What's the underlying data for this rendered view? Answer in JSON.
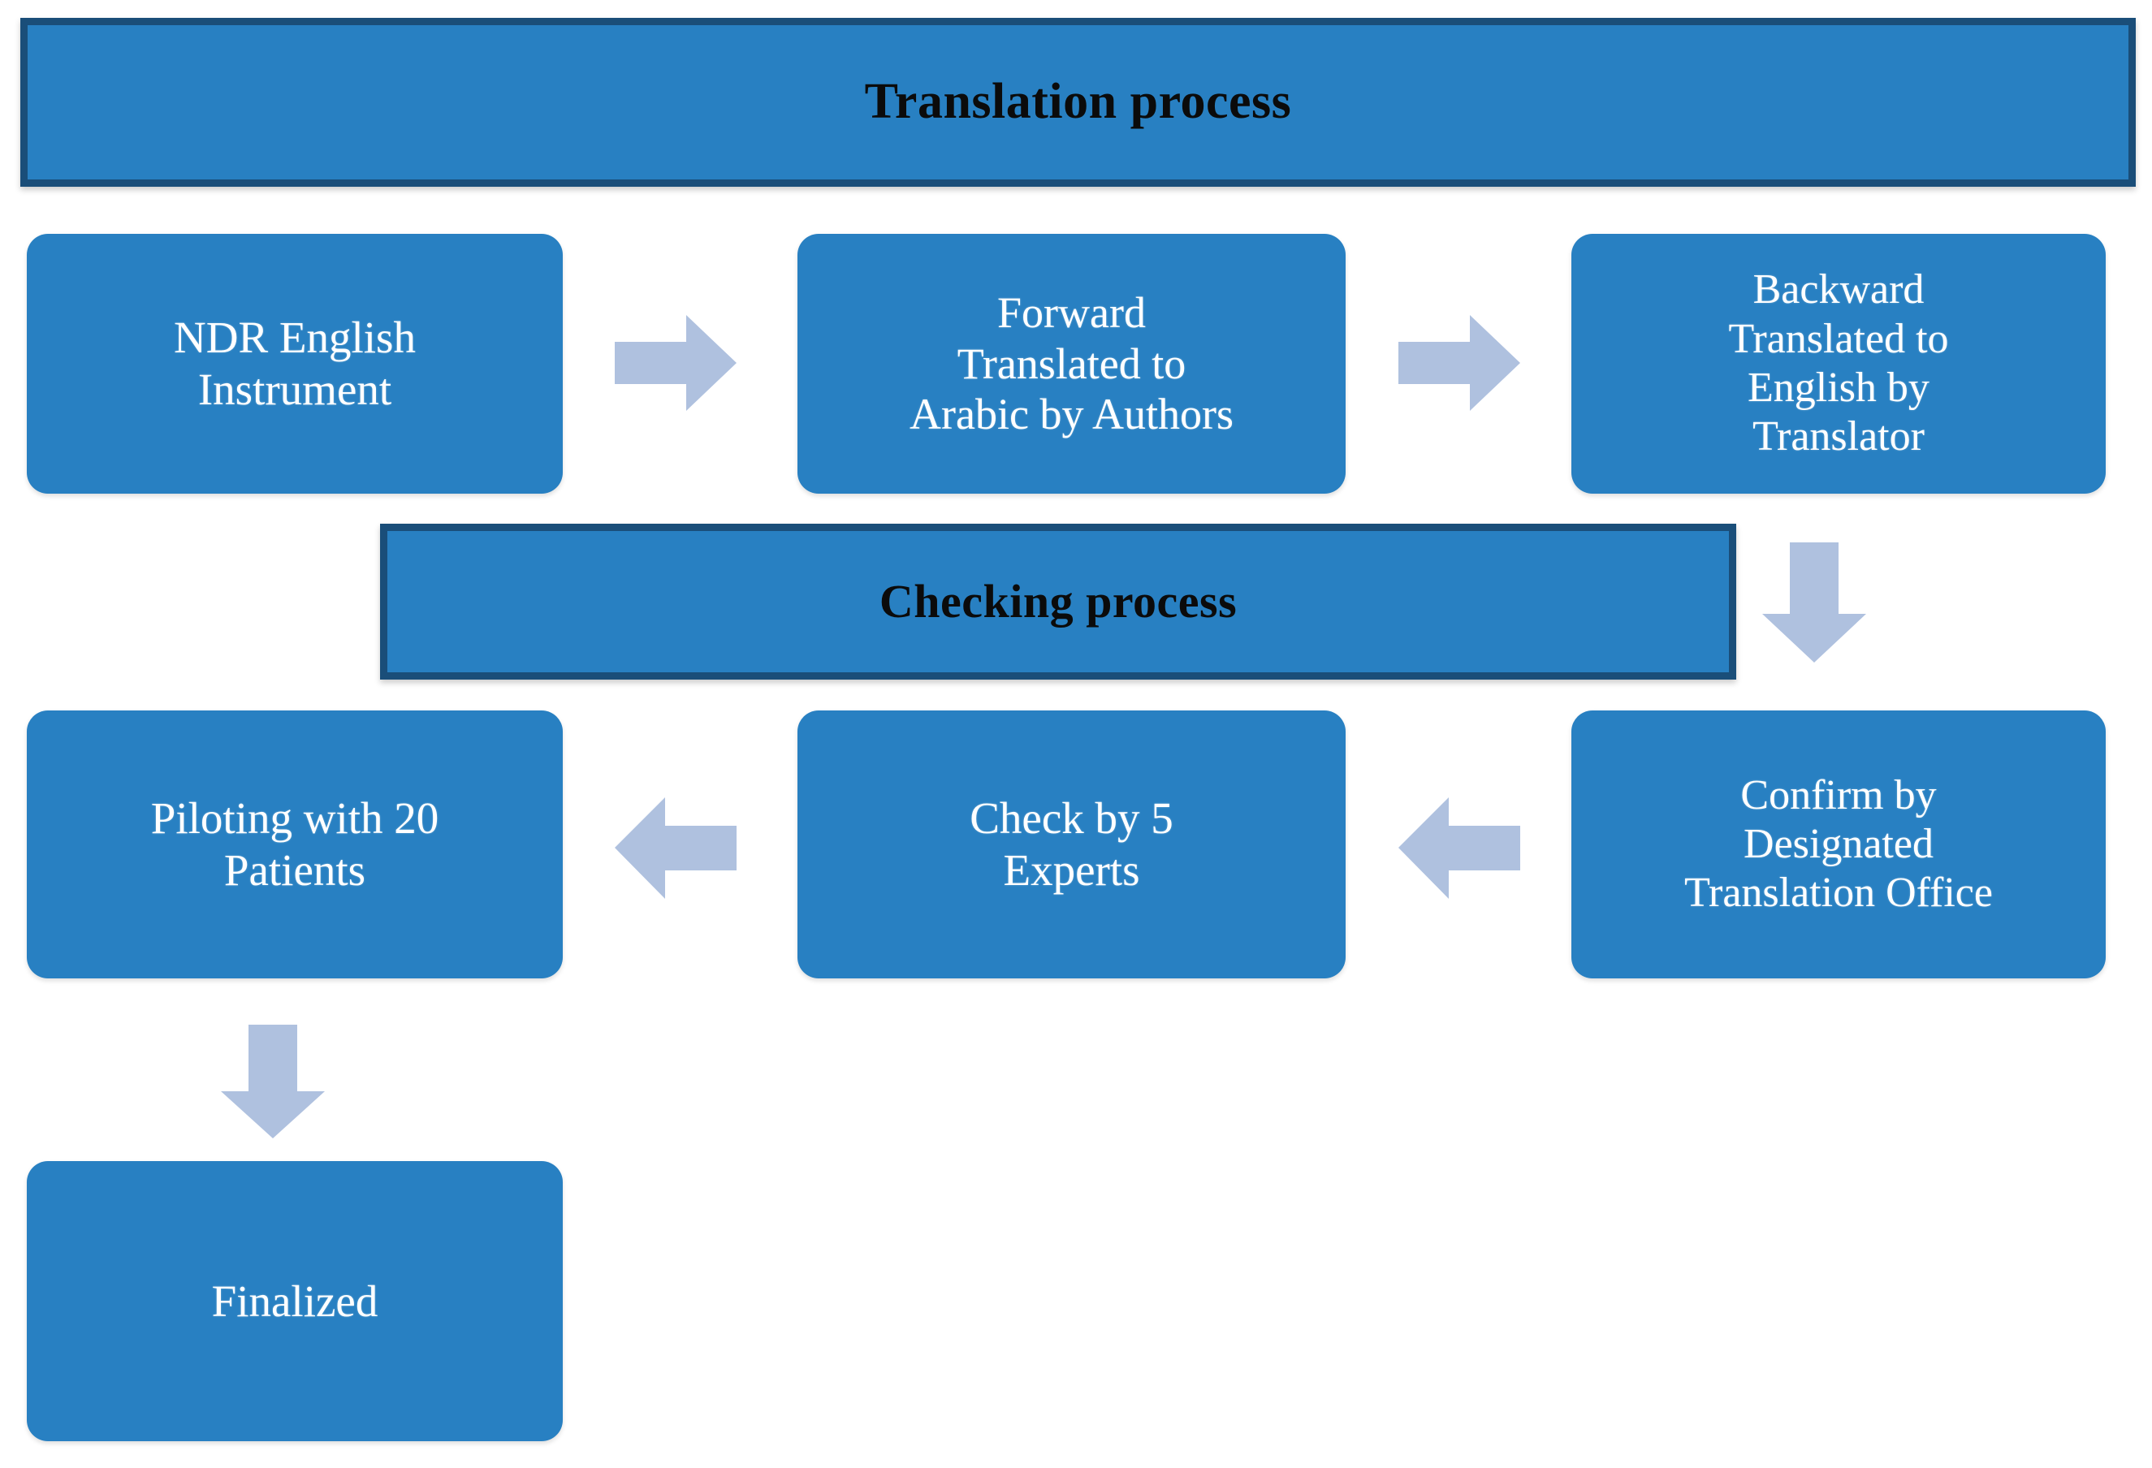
{
  "diagram": {
    "title": "Translation process",
    "banners": [
      {
        "id": "translation",
        "label": "Translation process"
      },
      {
        "id": "checking",
        "label": "Checking process"
      }
    ],
    "steps": [
      {
        "id": "ndr",
        "label": "NDR English\nInstrument"
      },
      {
        "id": "forward",
        "label": "Forward\nTranslated  to\nArabic by Authors"
      },
      {
        "id": "backward",
        "label": "Backward\nTranslated  to\nEnglish by\nTranslator"
      },
      {
        "id": "confirm",
        "label": "Confirm by\nDesignated\nTranslation  Office"
      },
      {
        "id": "check",
        "label": "Check by 5\nExperts"
      },
      {
        "id": "piloting",
        "label": "Piloting with 20\nPatients"
      },
      {
        "id": "finalized",
        "label": "Finalized"
      }
    ],
    "arrows": [
      {
        "id": "ndr-forward",
        "direction": "right",
        "from": "ndr",
        "to": "forward"
      },
      {
        "id": "forward-backward",
        "direction": "right",
        "from": "forward",
        "to": "backward"
      },
      {
        "id": "backward-confirm",
        "direction": "down",
        "from": "backward",
        "to": "confirm"
      },
      {
        "id": "confirm-check",
        "direction": "left",
        "from": "confirm",
        "to": "check"
      },
      {
        "id": "check-piloting",
        "direction": "left",
        "from": "check",
        "to": "piloting"
      },
      {
        "id": "piloting-final",
        "direction": "down",
        "from": "piloting",
        "to": "finalized"
      }
    ],
    "colors": {
      "box_fill": "#2880C2",
      "banner_border": "#1A4E79",
      "arrow_fill": "#AFC1DF",
      "box_text": "#FFFFFF",
      "banner_text": "#0B0B0B",
      "background": "#FFFFFF"
    }
  }
}
